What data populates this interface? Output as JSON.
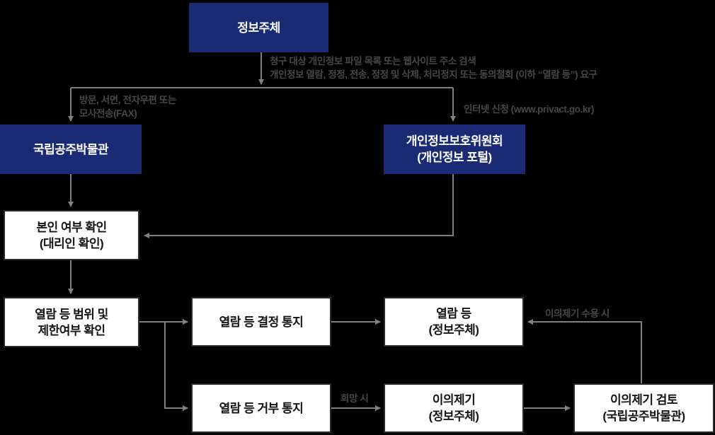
{
  "colors": {
    "bg": "#000000",
    "navy": "#1a2a74",
    "boxBorder": "#2b2b2b",
    "boxText": "#151515",
    "line": "#7f8080",
    "label": "#474747"
  },
  "nodes": {
    "subject": {
      "label": "정보주체"
    },
    "museum": {
      "label": "국립공주박물관"
    },
    "pipc": {
      "line1": "개인정보보호위원회",
      "line2": "(개인정보 포털)"
    },
    "verify": {
      "line1": "본인 여부 확인",
      "line2": "(대리인 확인)"
    },
    "scope": {
      "line1": "열람 등 범위 및",
      "line2": "제한여부 확인"
    },
    "decision": {
      "label": "열람 등 결정 통지"
    },
    "access": {
      "line1": "열람 등",
      "line2": "(정보주체)"
    },
    "refusal": {
      "label": "열람 등 거부 통지"
    },
    "objection": {
      "line1": "이의제기",
      "line2": "(정보주체)"
    },
    "review": {
      "line1": "이의제기 검토",
      "line2": "(국립공주박물관)"
    }
  },
  "edge_labels": {
    "request_line1": "청구 대상 개인정보 파일 목록 또는 웹사이트 주소 검색",
    "request_line2": "개인정보 열람, 정정, 전송, 정정 및 삭제, 처리정지 또는 동의철회 (이하 “열람 등”) 요구",
    "offline_line1": "방문, 서면, 전자우편 또는",
    "offline_line2": "모사전송(FAX)",
    "online": "인터넷 신청 (www.privact.go.kr)",
    "accept": "이의제기 수용 시",
    "wish": "희망 시"
  }
}
